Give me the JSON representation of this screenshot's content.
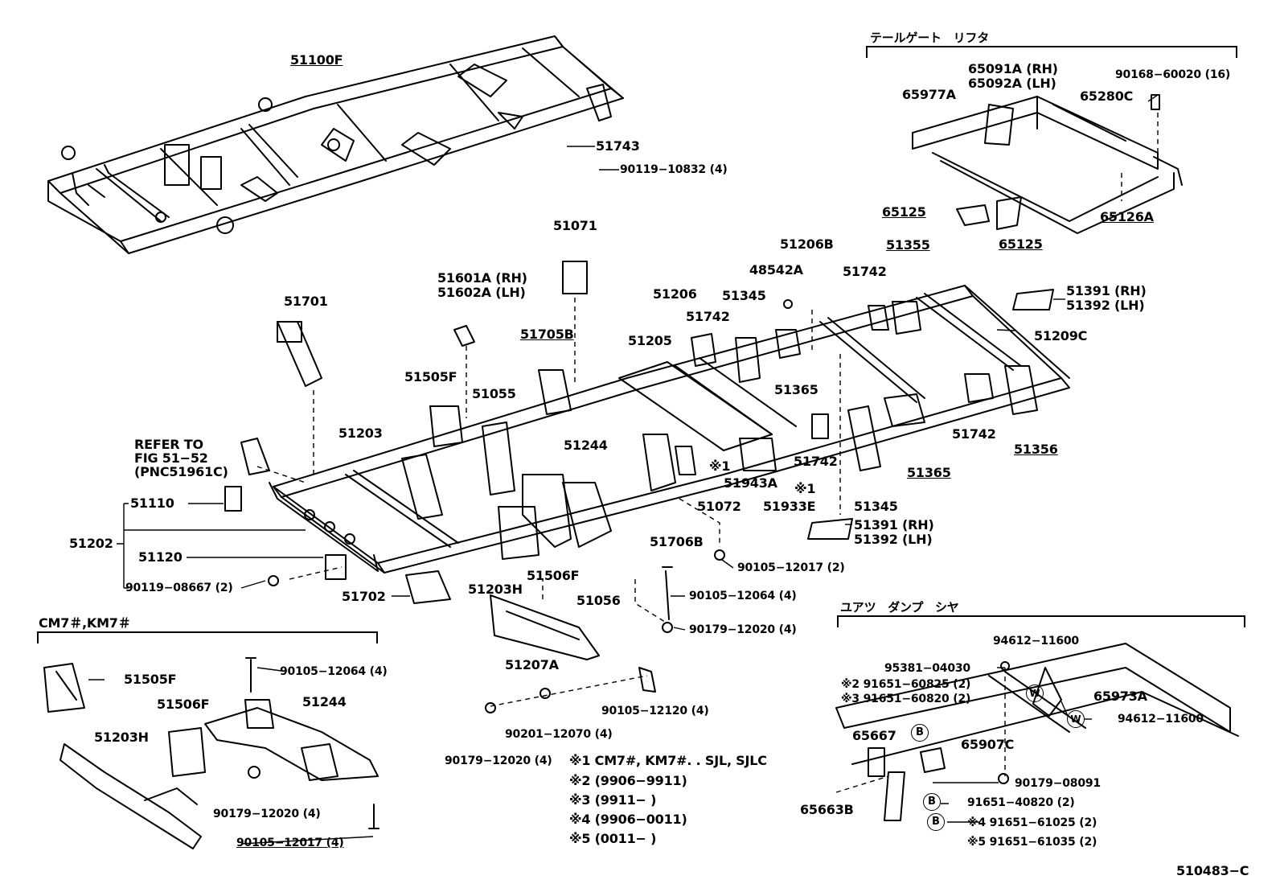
{
  "sections": {
    "tailgate_lifter": "テールゲート　リフタ",
    "cm7_km7": "CM7＃,KM7＃",
    "urethane_damper": "ユアツ　ダンプ　シヤ"
  },
  "labels": {
    "p51100F": "51100F",
    "p51743": "51743",
    "p90119_10832": "90119−10832 (4)",
    "p51071": "51071",
    "p51601A": "51601A (RH)",
    "p51602A": "51602A (LH)",
    "p51701": "51701",
    "p51705B": "51705B",
    "p51505F": "51505F",
    "p51055": "51055",
    "p51206B": "51206B",
    "p48542A": "48542A",
    "p51355": "51355",
    "p51742_a": "51742",
    "p51206": "51206",
    "p51345_a": "51345",
    "p51742_b": "51742",
    "p51205": "51205",
    "p51391_a": "51391 (RH)",
    "p51392_a": "51392 (LH)",
    "p51209C": "51209C",
    "p51365_a": "51365",
    "p51203": "51203",
    "p51244": "51244",
    "refer_to_1": "REFER TO",
    "refer_to_2": "FIG 51−52",
    "refer_to_3": "(PNC51961C)",
    "p51742_c": "51742",
    "p51742_d": "51742",
    "p51356": "51356",
    "p51365_b": "51365",
    "p51943A": "51943A",
    "p51933E": "51933E",
    "mark1_a": "※1",
    "mark1_b": "※1",
    "p51072": "51072",
    "p51345_b": "51345",
    "p51110": "51110",
    "p51202": "51202",
    "p51120": "51120",
    "p51391_b": "51391 (RH)",
    "p51392_b": "51392 (LH)",
    "p51706B": "51706B",
    "p90105_12017_a": "90105−12017 (2)",
    "p90119_08667": "90119−08667 (2)",
    "p51702": "51702",
    "p51203H": "51203H",
    "p51506F": "51506F",
    "p51056": "51056",
    "p90105_12064_a": "90105−12064 (4)",
    "p90179_12020_a": "90179−12020 (4)",
    "p51207A": "51207A",
    "p90105_12120": "90105−12120 (4)",
    "p90201_12070": "90201−12070 (4)",
    "p90179_12020_b": "90179−12020 (4)",
    "km_51505F": "51505F",
    "km_90105_12064": "90105−12064 (4)",
    "km_51506F": "51506F",
    "km_51244": "51244",
    "km_51203H": "51203H",
    "km_90179_12020": "90179−12020 (4)",
    "km_90105_12017": "90105−12017 (4)",
    "p65091A": "65091A (RH)",
    "p65092A": "65092A (LH)",
    "p90168_60020": "90168−60020 (16)",
    "p65977A": "65977A",
    "p65280C": "65280C",
    "p65125_a": "65125",
    "p65125_b": "65125",
    "p65126A": "65126A",
    "p94612_11600_a": "94612−11600",
    "p95381_04030": "95381−04030",
    "m2_91651_60825": "※2  91651−60825 (2)",
    "m3_91651_60820": "※3  91651−60820 (2)",
    "p65973A": "65973A",
    "p94612_11600_b": "94612−11600",
    "p65667": "65667",
    "p65907C": "65907C",
    "p90179_08091": "90179−08091",
    "p65663B": "65663B",
    "p91651_40820": "91651−40820 (2)",
    "m4_91651_61025": "※4  91651−61025 (2)",
    "m5_91651_61035": "※5  91651−61035 (2)",
    "fig_number": "510483−C"
  },
  "notes": [
    "※1 CM7#, KM7#. . SJL, SJLC",
    "※2 (9906−9911)",
    "※3 (9911−        )",
    "※4 (9906−0011)",
    "※5 (0011−        )"
  ],
  "markers": {
    "b": "B",
    "w": "W"
  }
}
